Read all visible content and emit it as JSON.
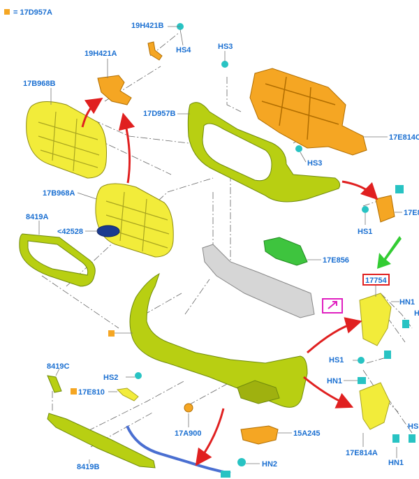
{
  "legend": {
    "text": "= 17D957A",
    "color": "#f5a623"
  },
  "labels": {
    "l_19H421B": "19H421B",
    "l_HS4": "HS4",
    "l_19H421A": "19H421A",
    "l_HS3_top": "HS3",
    "l_17B968B": "17B968B",
    "l_17D957B": "17D957B",
    "l_17E814C": "17E814C",
    "l_HS3_mid": "HS3",
    "l_17B968A": "17B968A",
    "l_17E8_right": "17E8",
    "l_HS1_right": "HS1",
    "l_8419A": "8419A",
    "l_42528": "<42528",
    "l_17E856": "17E856",
    "l_17754": "17754",
    "l_HN1_a": "HN1",
    "l_H_edge": "H",
    "l_HS1_b": "HS1",
    "l_HN1_b": "HN1",
    "l_8419C": "8419C",
    "l_HS2": "HS2",
    "l_17E810": "17E810",
    "l_17A900": "17A900",
    "l_15A245": "15A245",
    "l_17E814A": "17E814A",
    "l_HN1_c": "HN1",
    "l_8419B": "8419B",
    "l_HN2": "HN2",
    "l_HS_edge": "HS"
  },
  "colors": {
    "grille": "#f2ec3a",
    "bumper": "#b8cf12",
    "bracket": "#f5a623",
    "arrow": "#e02020",
    "green_arrow": "#33cc33",
    "fastener": "#28c3c3",
    "highlight_box": "#e02020",
    "magenta": "#e020c0",
    "reinforcement": "#d6d6d6",
    "absorber": "#3ec43e",
    "wire": "#4a6fd1"
  }
}
